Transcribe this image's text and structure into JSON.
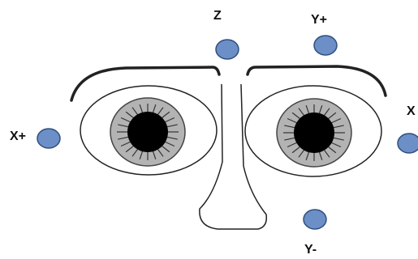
{
  "electrodes": [
    {
      "id": "z",
      "label": "Z"
    },
    {
      "id": "y-plus",
      "label": "Y+"
    },
    {
      "id": "x-plus",
      "label": "X+"
    },
    {
      "id": "x",
      "label": "X"
    },
    {
      "id": "y-minus",
      "label": "Y-"
    }
  ],
  "colors": {
    "electrode_fill": "#6b8fc6",
    "electrode_stroke": "#2f4f7f",
    "line": "#222222",
    "iris": "#b3b3b3",
    "pupil": "#000000"
  }
}
